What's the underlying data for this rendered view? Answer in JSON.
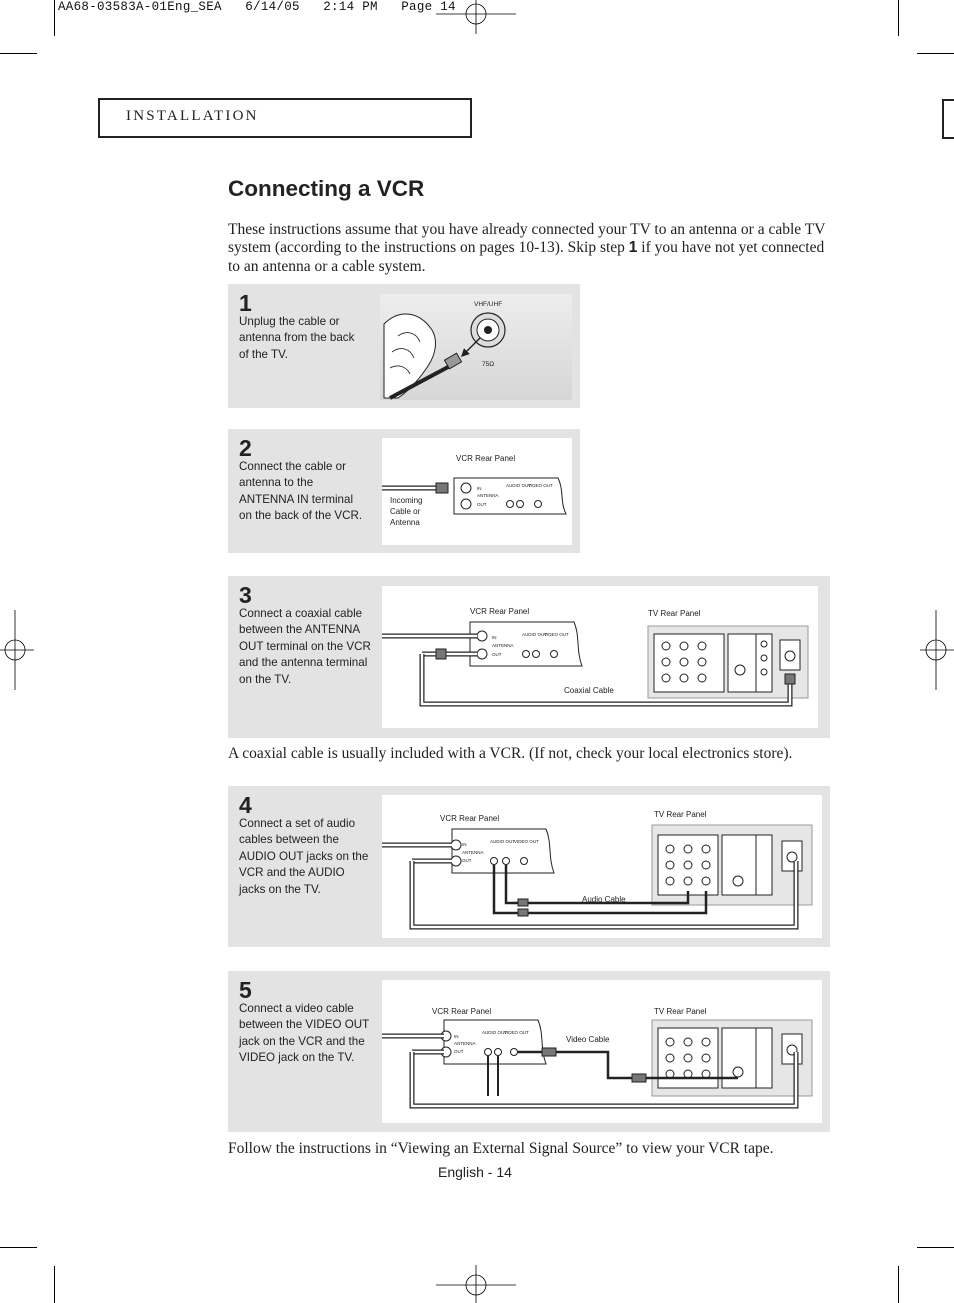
{
  "slug_line": "AA68-03583A-01Eng_SEA   6/14/05   2:14 PM   Page 14",
  "section_title": "INSTALLATION",
  "page_title": "Connecting a VCR",
  "intro": {
    "text_before": "These instructions assume that you have already connected your TV to an antenna or a cable TV system (according to the instructions on pages 10-13). Skip step ",
    "bold": "1",
    "text_after": " if you have not yet connected to an antenna or a cable system."
  },
  "steps": [
    {
      "number": "1",
      "text": "Unplug the cable or antenna from the back of the TV.",
      "labels": {
        "vhf_uhf": "VHF/UHF",
        "ohms": "75Ω"
      }
    },
    {
      "number": "2",
      "text": "Connect the cable or antenna to the ANTENNA IN terminal on the back of the VCR.",
      "labels": {
        "vcr_rear_panel": "VCR Rear Panel",
        "incoming": [
          "Incoming",
          "Cable or",
          "Antenna"
        ]
      }
    },
    {
      "number": "3",
      "text": "Connect a coaxial cable between the ANTENNA OUT terminal on the VCR and the antenna terminal on the TV.",
      "labels": {
        "vcr_rear_panel": "VCR Rear Panel",
        "tv_rear_panel": "TV Rear Panel",
        "cable": "Coaxial Cable"
      }
    },
    {
      "number": "4",
      "text": "Connect a set of audio cables between the AUDIO OUT jacks on the VCR and the AUDIO jacks on the TV.",
      "labels": {
        "vcr_rear_panel": "VCR Rear Panel",
        "tv_rear_panel": "TV Rear Panel",
        "cable": "Audio Cable"
      }
    },
    {
      "number": "5",
      "text": "Connect a video cable between the VIDEO OUT jack on the VCR and the VIDEO jack on the TV.",
      "labels": {
        "vcr_rear_panel": "VCR Rear Panel",
        "tv_rear_panel": "TV Rear Panel",
        "cable": "Video Cable"
      }
    }
  ],
  "vcr_panel_labels": {
    "in": "IN",
    "antenna": "ANTENNA",
    "out": "OUT",
    "audio_out": "AUDIO OUT",
    "video_out": "VIDEO OUT"
  },
  "coax_note": "A coaxial cable is usually included with a VCR. (If not, check your local electronics store).",
  "follow_note": "Follow the instructions in “Viewing an External Signal Source” to view your VCR tape.",
  "footer": "English - 14"
}
